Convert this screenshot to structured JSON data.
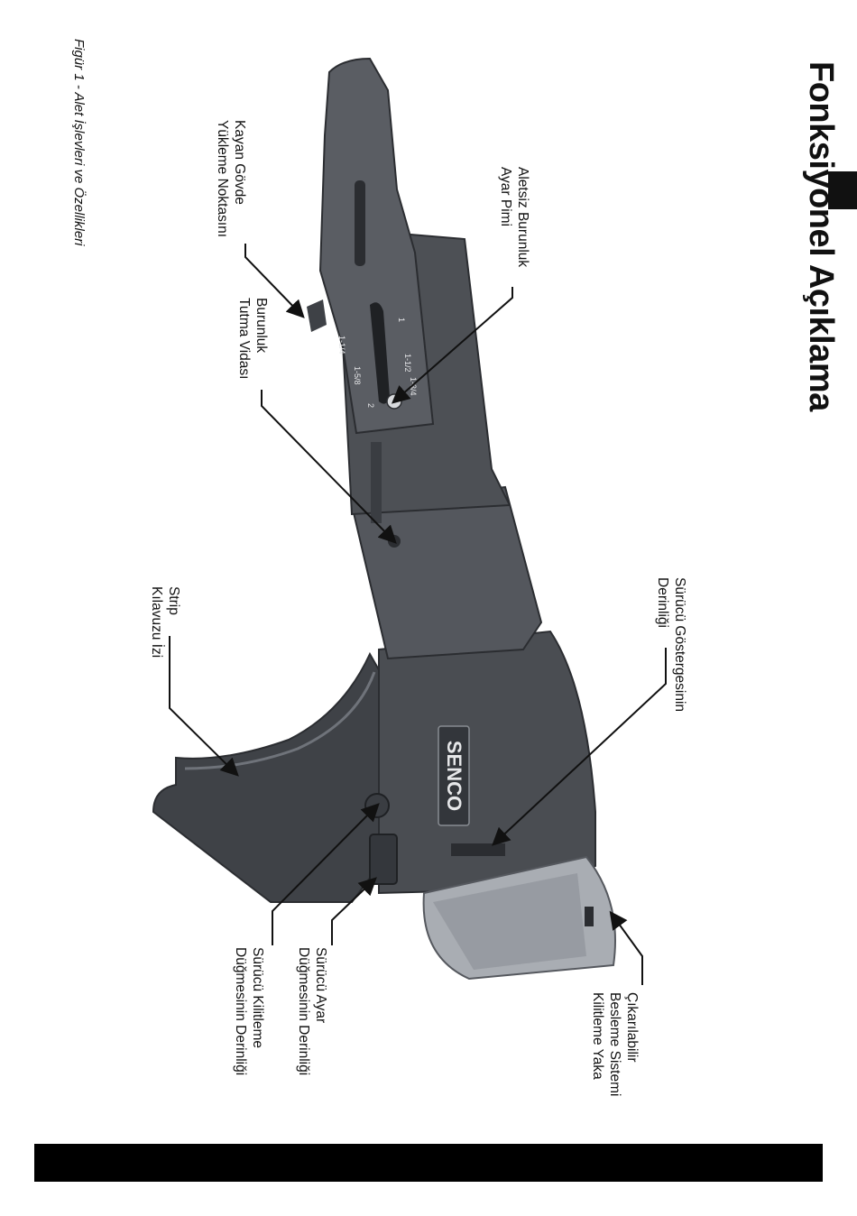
{
  "page": {
    "title": "Fonksiyonel Açıklama",
    "caption": "Figür 1 - Alet İşlevleri ve Özellikleri"
  },
  "figure": {
    "brand_logo": "SENCO",
    "scale_marks": [
      "1",
      "1-1/4",
      "1-1/2",
      "1-5/8",
      "1-3/4",
      "2"
    ],
    "callouts": {
      "aletsiz": {
        "line1": "Aletsiz Burunluk",
        "line2": "Ayar Pimi"
      },
      "kayan": {
        "line1": "Kayan Gövde",
        "line2": "Yükleme Noktasını"
      },
      "burunluk": {
        "line1": "Burunluk",
        "line2": "Tutma Vidası"
      },
      "strip": {
        "line1": "Strip",
        "line2": "Kılavuzu İzi"
      },
      "gosterge": {
        "line1": "Sürücü Göstergesinin",
        "line2": "Derinliği"
      },
      "cikarilabilir": {
        "line1": "Çıkarılabilir",
        "line2": "Besleme Sistemi",
        "line3": "Kilitleme Yaka"
      },
      "ayar": {
        "line1": "Sürücü Ayar",
        "line2": "Düğmesinin Derinliği"
      },
      "kilit": {
        "line1": "Sürücü Kilitleme",
        "line2": "Düğmesinin Derinliği"
      }
    }
  },
  "colors": {
    "tool_body": "#4a4d52",
    "tool_dark": "#2b2d31",
    "tool_light": "#6f737a",
    "metal": "#a9adb3",
    "ink": "#111111"
  }
}
